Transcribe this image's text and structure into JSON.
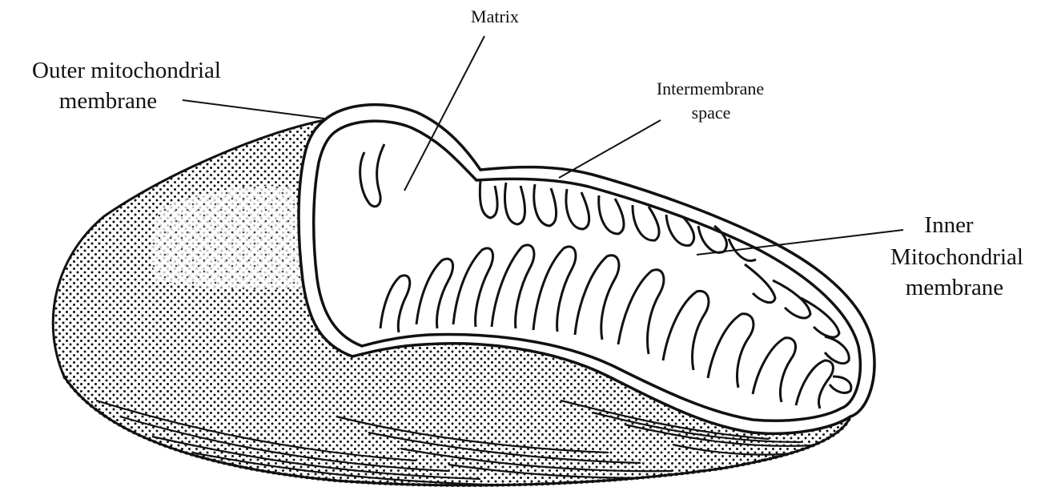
{
  "labels": {
    "matrix": "Matrix",
    "outer_line1": "Outer mitochondrial",
    "outer_line2": "membrane",
    "intermembrane_line1": "Intermembrane",
    "intermembrane_line2": "space",
    "inner_line1": "Inner",
    "inner_line2": "Mitochondrial",
    "inner_line3": "membrane"
  },
  "colors": {
    "ink": "#111111",
    "paper": "#ffffff"
  }
}
